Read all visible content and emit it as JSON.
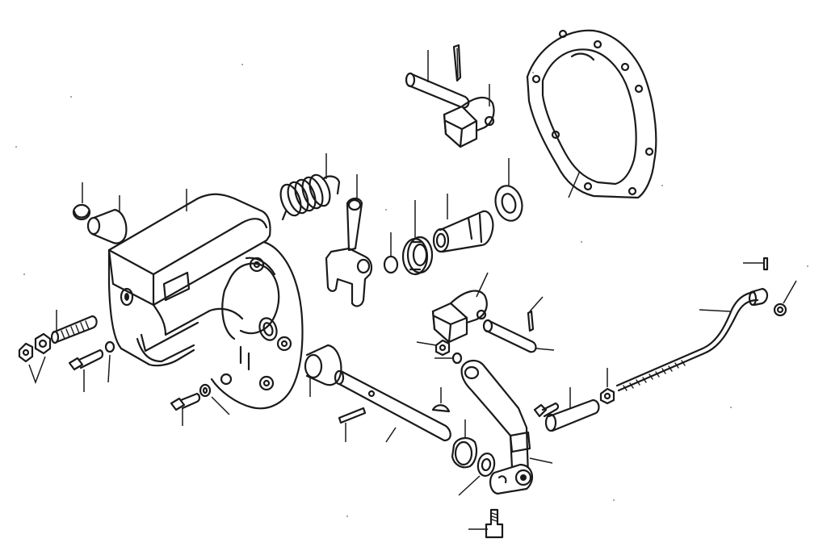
{
  "figure": {
    "type": "exploded-parts-diagram",
    "printed_text": [],
    "ink_color": "#1a1a1a",
    "background_color": "#ffffff"
  },
  "parts": [
    {
      "name": "cover-gasket"
    },
    {
      "name": "housing-cover"
    },
    {
      "name": "torsion-spring"
    },
    {
      "name": "fork-lever"
    },
    {
      "name": "ball"
    },
    {
      "name": "spring-seat"
    },
    {
      "name": "plunger"
    },
    {
      "name": "washer-top"
    },
    {
      "name": "pin-top"
    },
    {
      "name": "cotter-pin-top"
    },
    {
      "name": "lever-block-top"
    },
    {
      "name": "lever-block-middle"
    },
    {
      "name": "cotter-pin-middle"
    },
    {
      "name": "pin-middle"
    },
    {
      "name": "plug-small"
    },
    {
      "name": "bushing-left"
    },
    {
      "name": "adjusting-screw"
    },
    {
      "name": "lock-nuts"
    },
    {
      "name": "bolt-with-washer"
    },
    {
      "name": "bolt-lower"
    },
    {
      "name": "bushing-center"
    },
    {
      "name": "shaft"
    },
    {
      "name": "key"
    },
    {
      "name": "split-pin-lower"
    },
    {
      "name": "collar"
    },
    {
      "name": "washer-lower"
    },
    {
      "name": "nut-small"
    },
    {
      "name": "washer-small"
    },
    {
      "name": "bell-crank-lever"
    },
    {
      "name": "clamp-bolt"
    },
    {
      "name": "bolt-short"
    },
    {
      "name": "sleeve"
    },
    {
      "name": "nut-rod"
    },
    {
      "name": "control-rod"
    },
    {
      "name": "cotter-pin-right"
    },
    {
      "name": "washer-right"
    }
  ]
}
